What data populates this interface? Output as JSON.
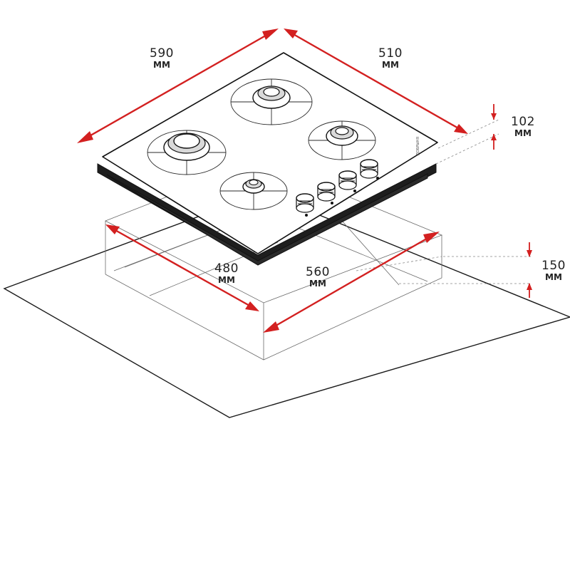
{
  "dimensions": {
    "width_top": {
      "value": "590",
      "unit": "ММ"
    },
    "depth_top": {
      "value": "510",
      "unit": "ММ"
    },
    "height_hob": {
      "value": "102",
      "unit": "ММ"
    },
    "cutout_depth": {
      "value": "480",
      "unit": "ММ"
    },
    "cutout_width": {
      "value": "560",
      "unit": "ММ"
    },
    "cutout_height": {
      "value": "150",
      "unit": "ММ"
    }
  },
  "hob": {
    "brand": "ДОБРЫНЯ",
    "burner_count": 4,
    "knob_count": 4
  },
  "colors": {
    "arrow": "#d32020",
    "line": "#1a1a1a"
  }
}
